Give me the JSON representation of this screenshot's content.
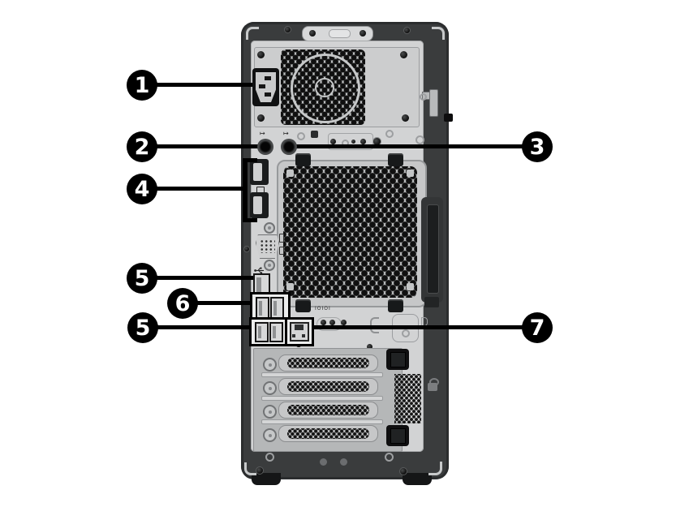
{
  "figure": {
    "type": "hardware-rear-panel-illustration",
    "background": "#ffffff"
  },
  "callouts": {
    "c1": {
      "number": "1"
    },
    "c2": {
      "number": "2"
    },
    "c3": {
      "number": "3"
    },
    "c4": {
      "number": "4"
    },
    "c5_top": {
      "number": "5"
    },
    "c6": {
      "number": "6"
    },
    "c5_bottom": {
      "number": "5"
    },
    "c7": {
      "number": "7"
    }
  },
  "labels": {
    "serial_port": "IOIOI"
  },
  "icons": {
    "audio_line_out": "↦"
  },
  "colors": {
    "case_dark": "#3a3c3d",
    "panel_light": "#d2d3d4",
    "callout_bg": "#000000",
    "callout_text": "#ffffff"
  }
}
